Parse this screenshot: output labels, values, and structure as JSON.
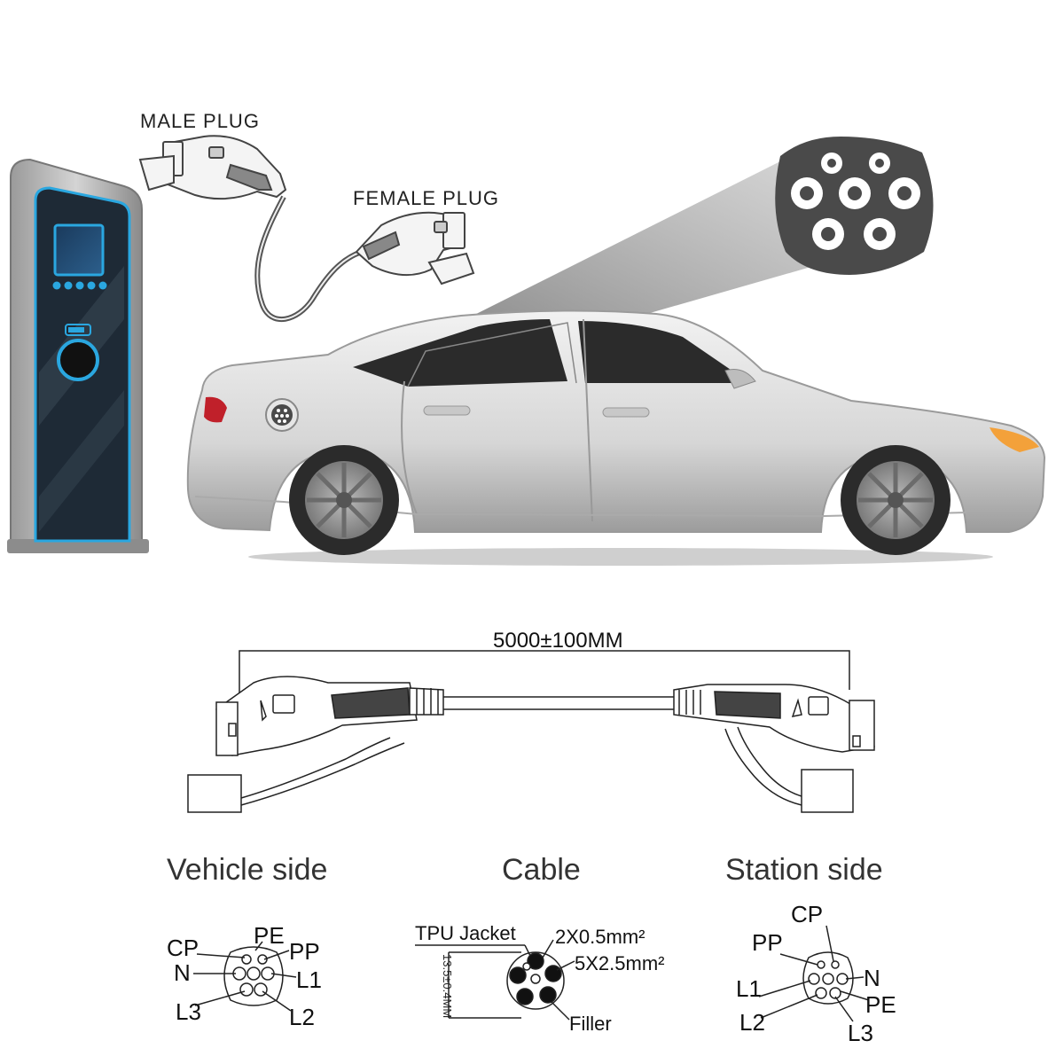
{
  "labels": {
    "male_plug": "MALE PLUG",
    "female_plug": "FEMALE PLUG",
    "length": "5000±100MM"
  },
  "sections": {
    "vehicle": "Vehicle side",
    "cable": "Cable",
    "station": "Station side"
  },
  "vehicle_pins": {
    "cp": "CP",
    "pe": "PE",
    "pp": "PP",
    "n": "N",
    "l1": "L1",
    "l3": "L3",
    "l2": "L2"
  },
  "cable_spec": {
    "jacket": "TPU Jacket",
    "signal": "2X0.5mm²",
    "power": "5X2.5mm²",
    "filler": "Filler",
    "diameter": "13.5±0.4MM"
  },
  "station_pins": {
    "cp": "CP",
    "pp": "PP",
    "n": "N",
    "pe": "PE",
    "l1": "L1",
    "l2": "L2",
    "l3": "L3"
  },
  "colors": {
    "accent_blue": "#2aa7e0",
    "station_dark": "#1e2a36",
    "car_body": "#d9d9d9",
    "socket_dark": "#4a4a4a"
  }
}
